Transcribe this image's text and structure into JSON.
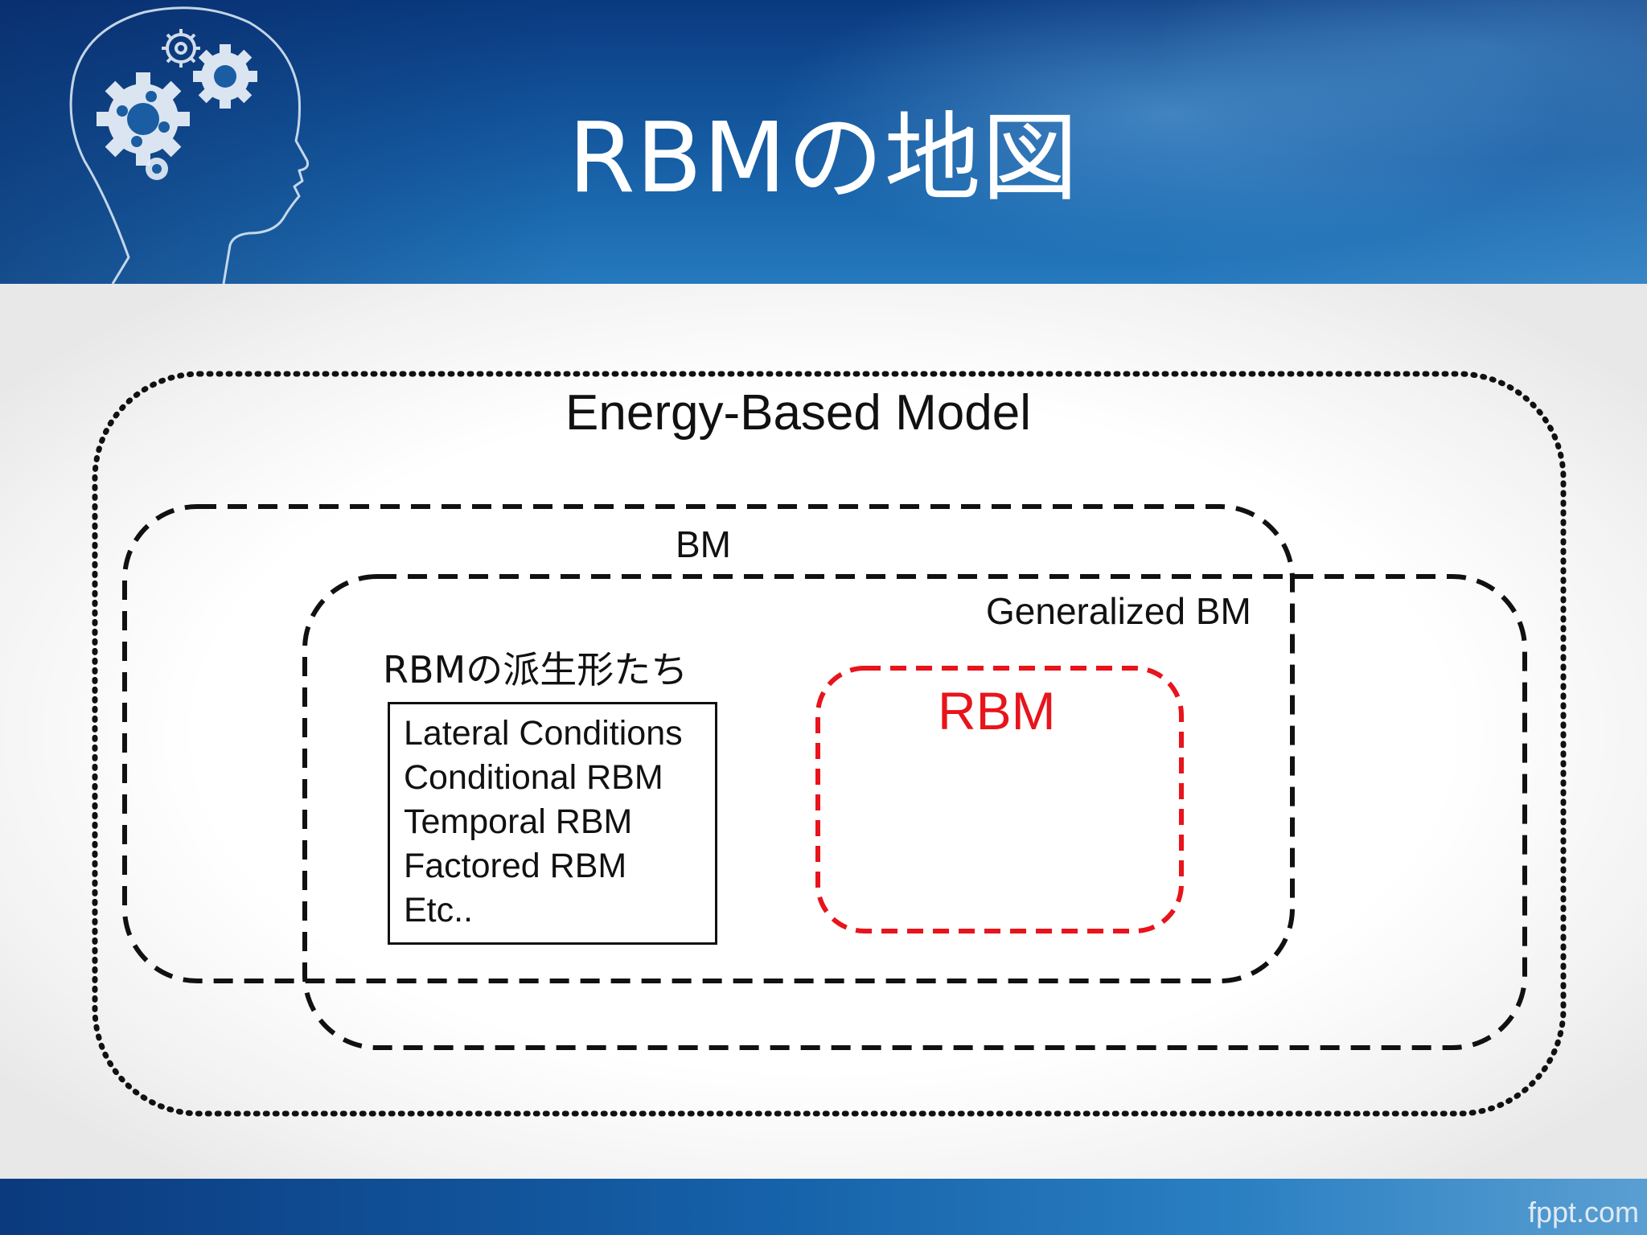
{
  "slide": {
    "title": "RBMの地図",
    "footer_credit": "fppt.com"
  },
  "diagram": {
    "outer_region": "Energy-Based Model",
    "bm_region": "BM",
    "generalized_region": "Generalized BM",
    "rbm_region": "RBM",
    "derivatives": {
      "heading": "RBMの派生形たち",
      "items": [
        "Lateral Conditions",
        "Conditional RBM",
        "Temporal RBM",
        "Factored RBM",
        "Etc.."
      ]
    }
  },
  "colors": {
    "banner": "#14579e",
    "footer": "#1560a8",
    "rbm_accent": "#e8141b",
    "outline": "#111111"
  },
  "icons": {
    "header_art": "head-with-gears-icon"
  }
}
